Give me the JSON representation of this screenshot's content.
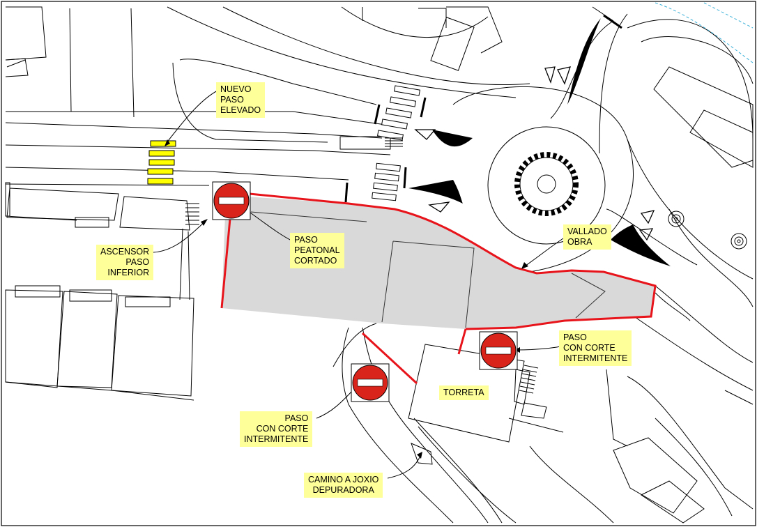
{
  "labels": {
    "nuevo_paso": [
      "NUEVO",
      "PASO",
      "ELEVADO"
    ],
    "ascensor": [
      "ASCENSOR",
      "PASO",
      "INFERIOR"
    ],
    "peatonal": [
      "PASO",
      "PEATONAL",
      "CORTADO"
    ],
    "vallado": [
      "VALLADO",
      "OBRA"
    ],
    "corte_right": [
      "PASO",
      "CON CORTE",
      "INTERMITENTE"
    ],
    "corte_left": [
      "PASO",
      "CON CORTE",
      "INTERMITENTE"
    ],
    "torreta": "TORRETA",
    "camino": [
      "CAMINO A JOXIO",
      "DEPURADORA"
    ]
  },
  "colors": {
    "closure_line": "#e8141b",
    "work_area": "#d9d9d9",
    "label_bg": "#ffff99",
    "crosswalk": "#ffff00",
    "no_entry_sign": "#d9241b"
  },
  "icons": {
    "no_entry": "no-entry-sign-icon",
    "roundabout": "roundabout-icon",
    "tree": "tree-icon"
  }
}
